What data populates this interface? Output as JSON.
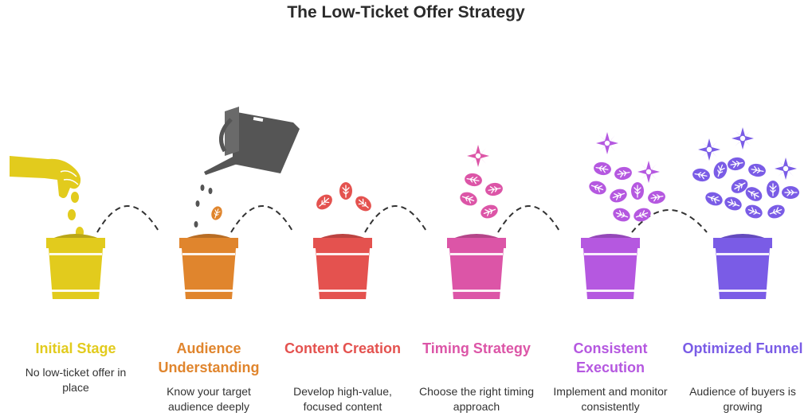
{
  "title": "The Low-Ticket Offer Strategy",
  "stages": [
    {
      "title": "Initial Stage",
      "desc": "No low-ticket offer in place",
      "color": "#E2CB1D"
    },
    {
      "title": "Audience Understanding",
      "desc": "Know your target audience deeply",
      "color": "#E0852D"
    },
    {
      "title": "Content Creation",
      "desc": "Develop high-value, focused content",
      "color": "#E4524F"
    },
    {
      "title": "Timing Strategy",
      "desc": "Choose the right timing approach",
      "color": "#DC55A7"
    },
    {
      "title": "Consistent Execution",
      "desc": "Implement and monitor consistently",
      "color": "#B558E0"
    },
    {
      "title": "Optimized Funnel",
      "desc": "Audience of buyers is growing",
      "color": "#7A5CE6"
    }
  ],
  "icons": {
    "hand": "hand-dropping-seeds-icon",
    "watering_can": "watering-can-icon",
    "leaf": "leaf-icon",
    "flower": "flower-icon",
    "pot": "plant-pot-icon"
  }
}
